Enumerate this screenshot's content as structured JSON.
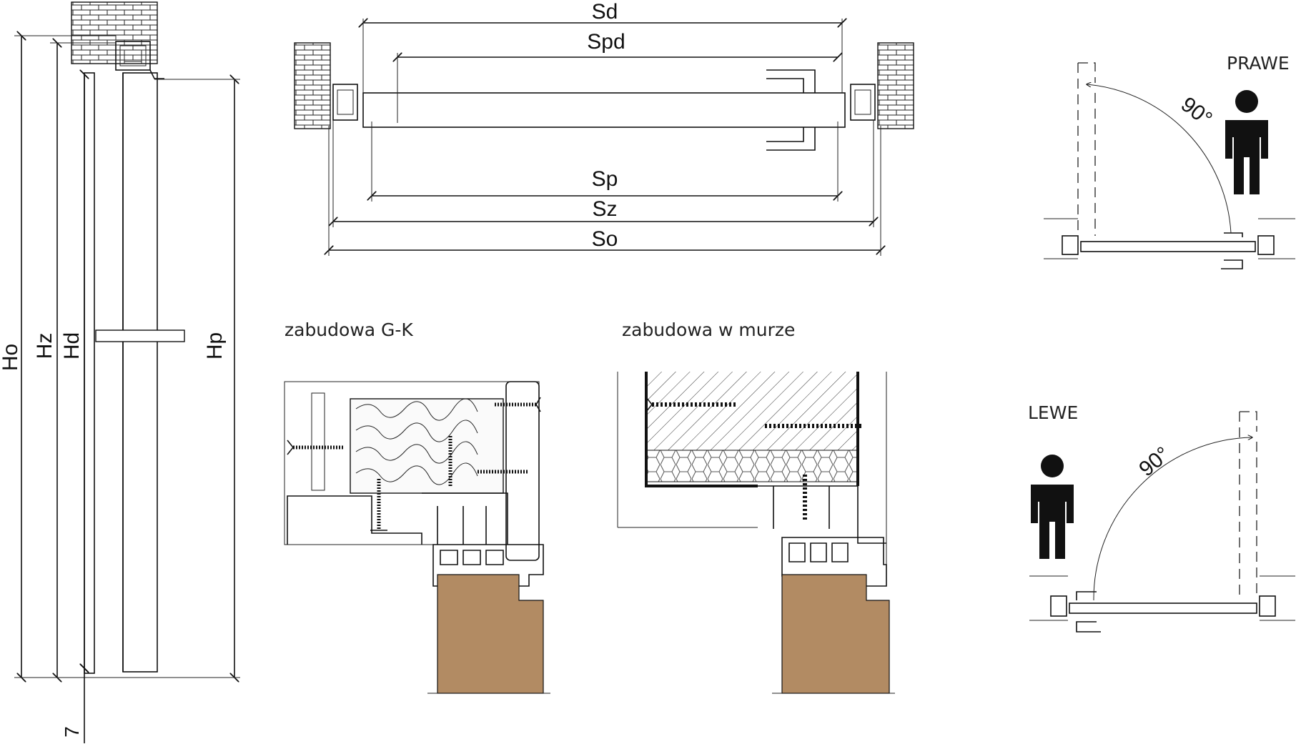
{
  "dimensions_top": {
    "sd": "Sd",
    "spd": "Spd",
    "sp": "Sp",
    "sz": "Sz",
    "so": "So"
  },
  "dimensions_side": {
    "ho": "Ho",
    "hz": "Hz",
    "hd": "Hd",
    "hp": "Hp",
    "gap": "7"
  },
  "sections": {
    "gk": "zabudowa G-K",
    "wall": "zabudowa w murze"
  },
  "opening": {
    "right": {
      "label": "PRAWE",
      "angle": "90°"
    },
    "left": {
      "label": "LEWE",
      "angle": "90°"
    }
  },
  "colors": {
    "wood": "#b28b63",
    "line": "#111111"
  },
  "icons": [
    "brick-wall-icon",
    "person-icon",
    "screw-icon"
  ]
}
